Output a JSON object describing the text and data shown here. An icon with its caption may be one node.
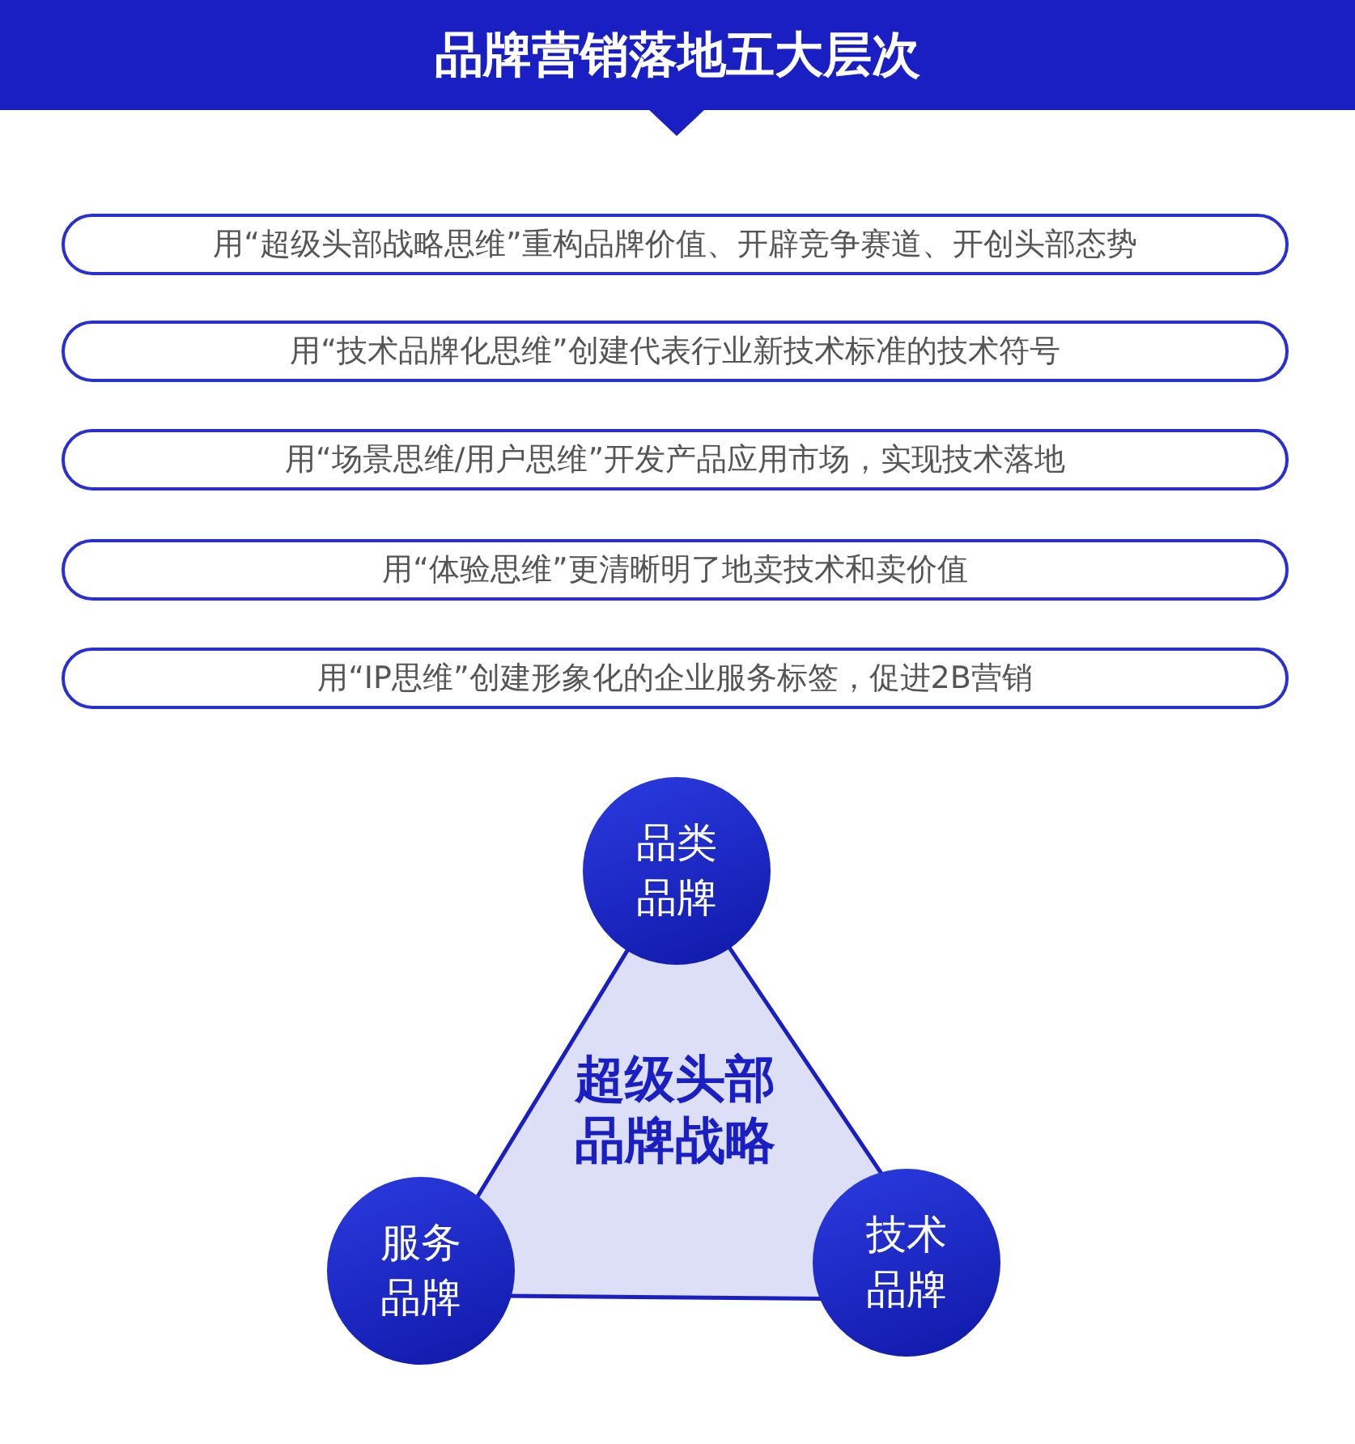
{
  "diagram": {
    "title": "品牌营销落地五大层次",
    "nodes": [
      {
        "text": [
          "用“超级头部战略思维”重构品牌价值、开辟竞争赛道、开创头部态势"
        ]
      },
      {
        "text": [
          "用“技术品牌化思维”创建代表行业新技术标准的技术符号"
        ]
      },
      {
        "text": [
          "用“场景思维/用户思维”开发产品应用市场，实现技术落地"
        ]
      },
      {
        "text": [
          "用“体验思维”更清晰明了地卖技术和卖价值"
        ]
      },
      {
        "text": [
          "用“IP思维”创建形象化的企业服务标签，促进2B营销"
        ]
      },
      {
        "text": [
          "超级头部品牌战略"
        ]
      },
      {
        "text": [
          "品类品牌"
        ]
      },
      {
        "text": [
          "服务品牌"
        ]
      },
      {
        "text": [
          "技术品牌"
        ]
      }
    ],
    "edges": []
  }
}
